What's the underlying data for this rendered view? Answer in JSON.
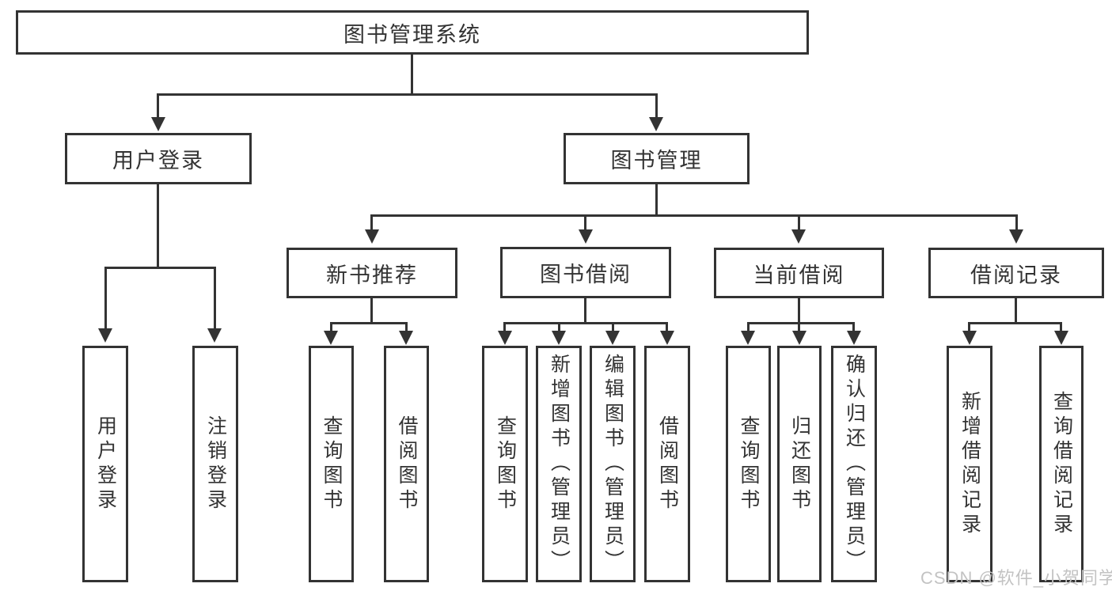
{
  "diagram": {
    "root_label": "图书管理系统",
    "nodes": {
      "user_login": {
        "label": "用户登录",
        "leaves": [
          "用户登录",
          "注销登录"
        ]
      },
      "book_mgmt": {
        "label": "图书管理"
      },
      "new_books": {
        "label": "新书推荐",
        "leaves": [
          "查询图书",
          "借阅图书"
        ]
      },
      "book_borrow": {
        "label": "图书借阅",
        "leaves": [
          "查询图书",
          "新增图书（管理员）",
          "编辑图书（管理员）",
          "借阅图书"
        ]
      },
      "current_borrow": {
        "label": "当前借阅",
        "leaves": [
          "查询图书",
          "归还图书",
          "确认归还（管理员）"
        ]
      },
      "borrow_records": {
        "label": "借阅记录",
        "leaves": [
          "新增借阅记录",
          "查询借阅记录"
        ]
      }
    }
  },
  "watermark": {
    "text": "CSDN @软件_小贺同学"
  },
  "colors": {
    "line": "#333333",
    "box_border": "#333333",
    "box_fill": "#ffffff",
    "text": "#333333",
    "watermark": "#c3c3c3",
    "background": "#ffffff"
  }
}
